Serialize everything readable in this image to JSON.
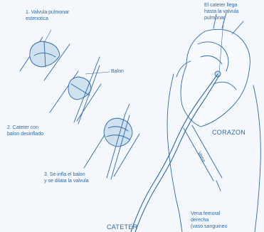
{
  "labels": {
    "step1_line1": "1. Valvula pulmonar",
    "step1_line2": "estenotica",
    "balloon": "Balon",
    "step2_line1": "2. Cateter con",
    "step2_line2": "balon desinflado",
    "step3_line1": "3. Se infla el balon",
    "step3_line2": "y se dilata la valvula",
    "catheter_arrives_line1": "El cateter llega",
    "catheter_arrives_line2": "hasta la valvula",
    "catheter_arrives_line3": "pulmonar",
    "heart": "CORAZON",
    "vein": "Vena",
    "femoral_line1": "Vena femoral",
    "femoral_line2": "derecha",
    "femoral_line3": "(vaso sanguineo",
    "catheter": "CATETER"
  },
  "colors": {
    "stroke": "#2c6aa8",
    "text": "#2c6aa8",
    "valve_fill": "#cfe0ef",
    "background": "#f4f8fc"
  }
}
